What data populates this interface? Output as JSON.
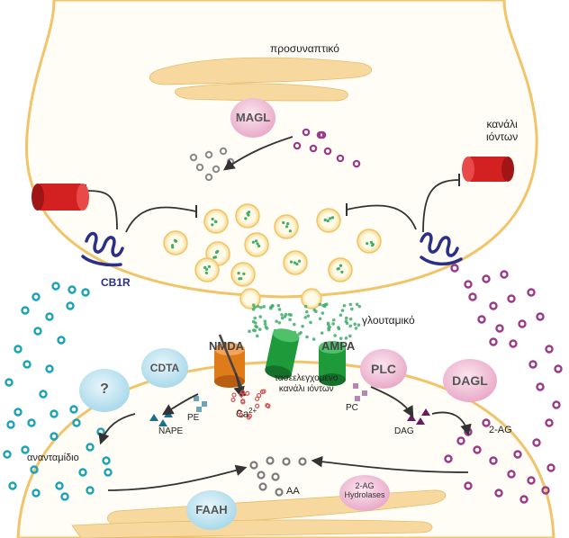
{
  "labels": {
    "presynaptic": "προσυναπτικό",
    "ion_channel": "κανάλι\nιόντων",
    "cb1r": "CB1R",
    "glutamate": "γλουταμικό",
    "nmda": "NMDA",
    "ampa": "AMPA",
    "voltage_gated": "τασεελεγχομενο\nκανάλι ιόντων",
    "calcium": "Ca",
    "calcium_sup": "2+",
    "pe": "PE",
    "nape": "NAPE",
    "pc": "PC",
    "dag": "DAG",
    "two_ag": "2-AG",
    "anandamide": "ανανταμίδιο",
    "aa": "AA"
  },
  "enzymes": {
    "magl": "MAGL",
    "cdta": "CDTA",
    "unknown": "?",
    "plc": "PLC",
    "dagl": "DAGL",
    "faah": "FAAH",
    "hydrolases": "2-AG\nHydrolases"
  },
  "colors": {
    "membrane": "#f2c46a",
    "cell_fill": "#fffdf5",
    "cytoskeleton": "#f7d9a0",
    "cb1r": "#2a2f8a",
    "channel_red": "#d32020",
    "nmda_orange": "#e07b1a",
    "ampa_green": "#1f9a3a",
    "anandamide_cyan": "#1aa3b8",
    "two_ag_purple": "#9b3a8c",
    "magl_pink": "#efbfd6",
    "cdta_blue": "#bfe3f0",
    "vesicle_dot": "#3fae6a",
    "ca_red": "#d85050",
    "grey_dot": "#8a8a8a",
    "arrow": "#333333"
  }
}
